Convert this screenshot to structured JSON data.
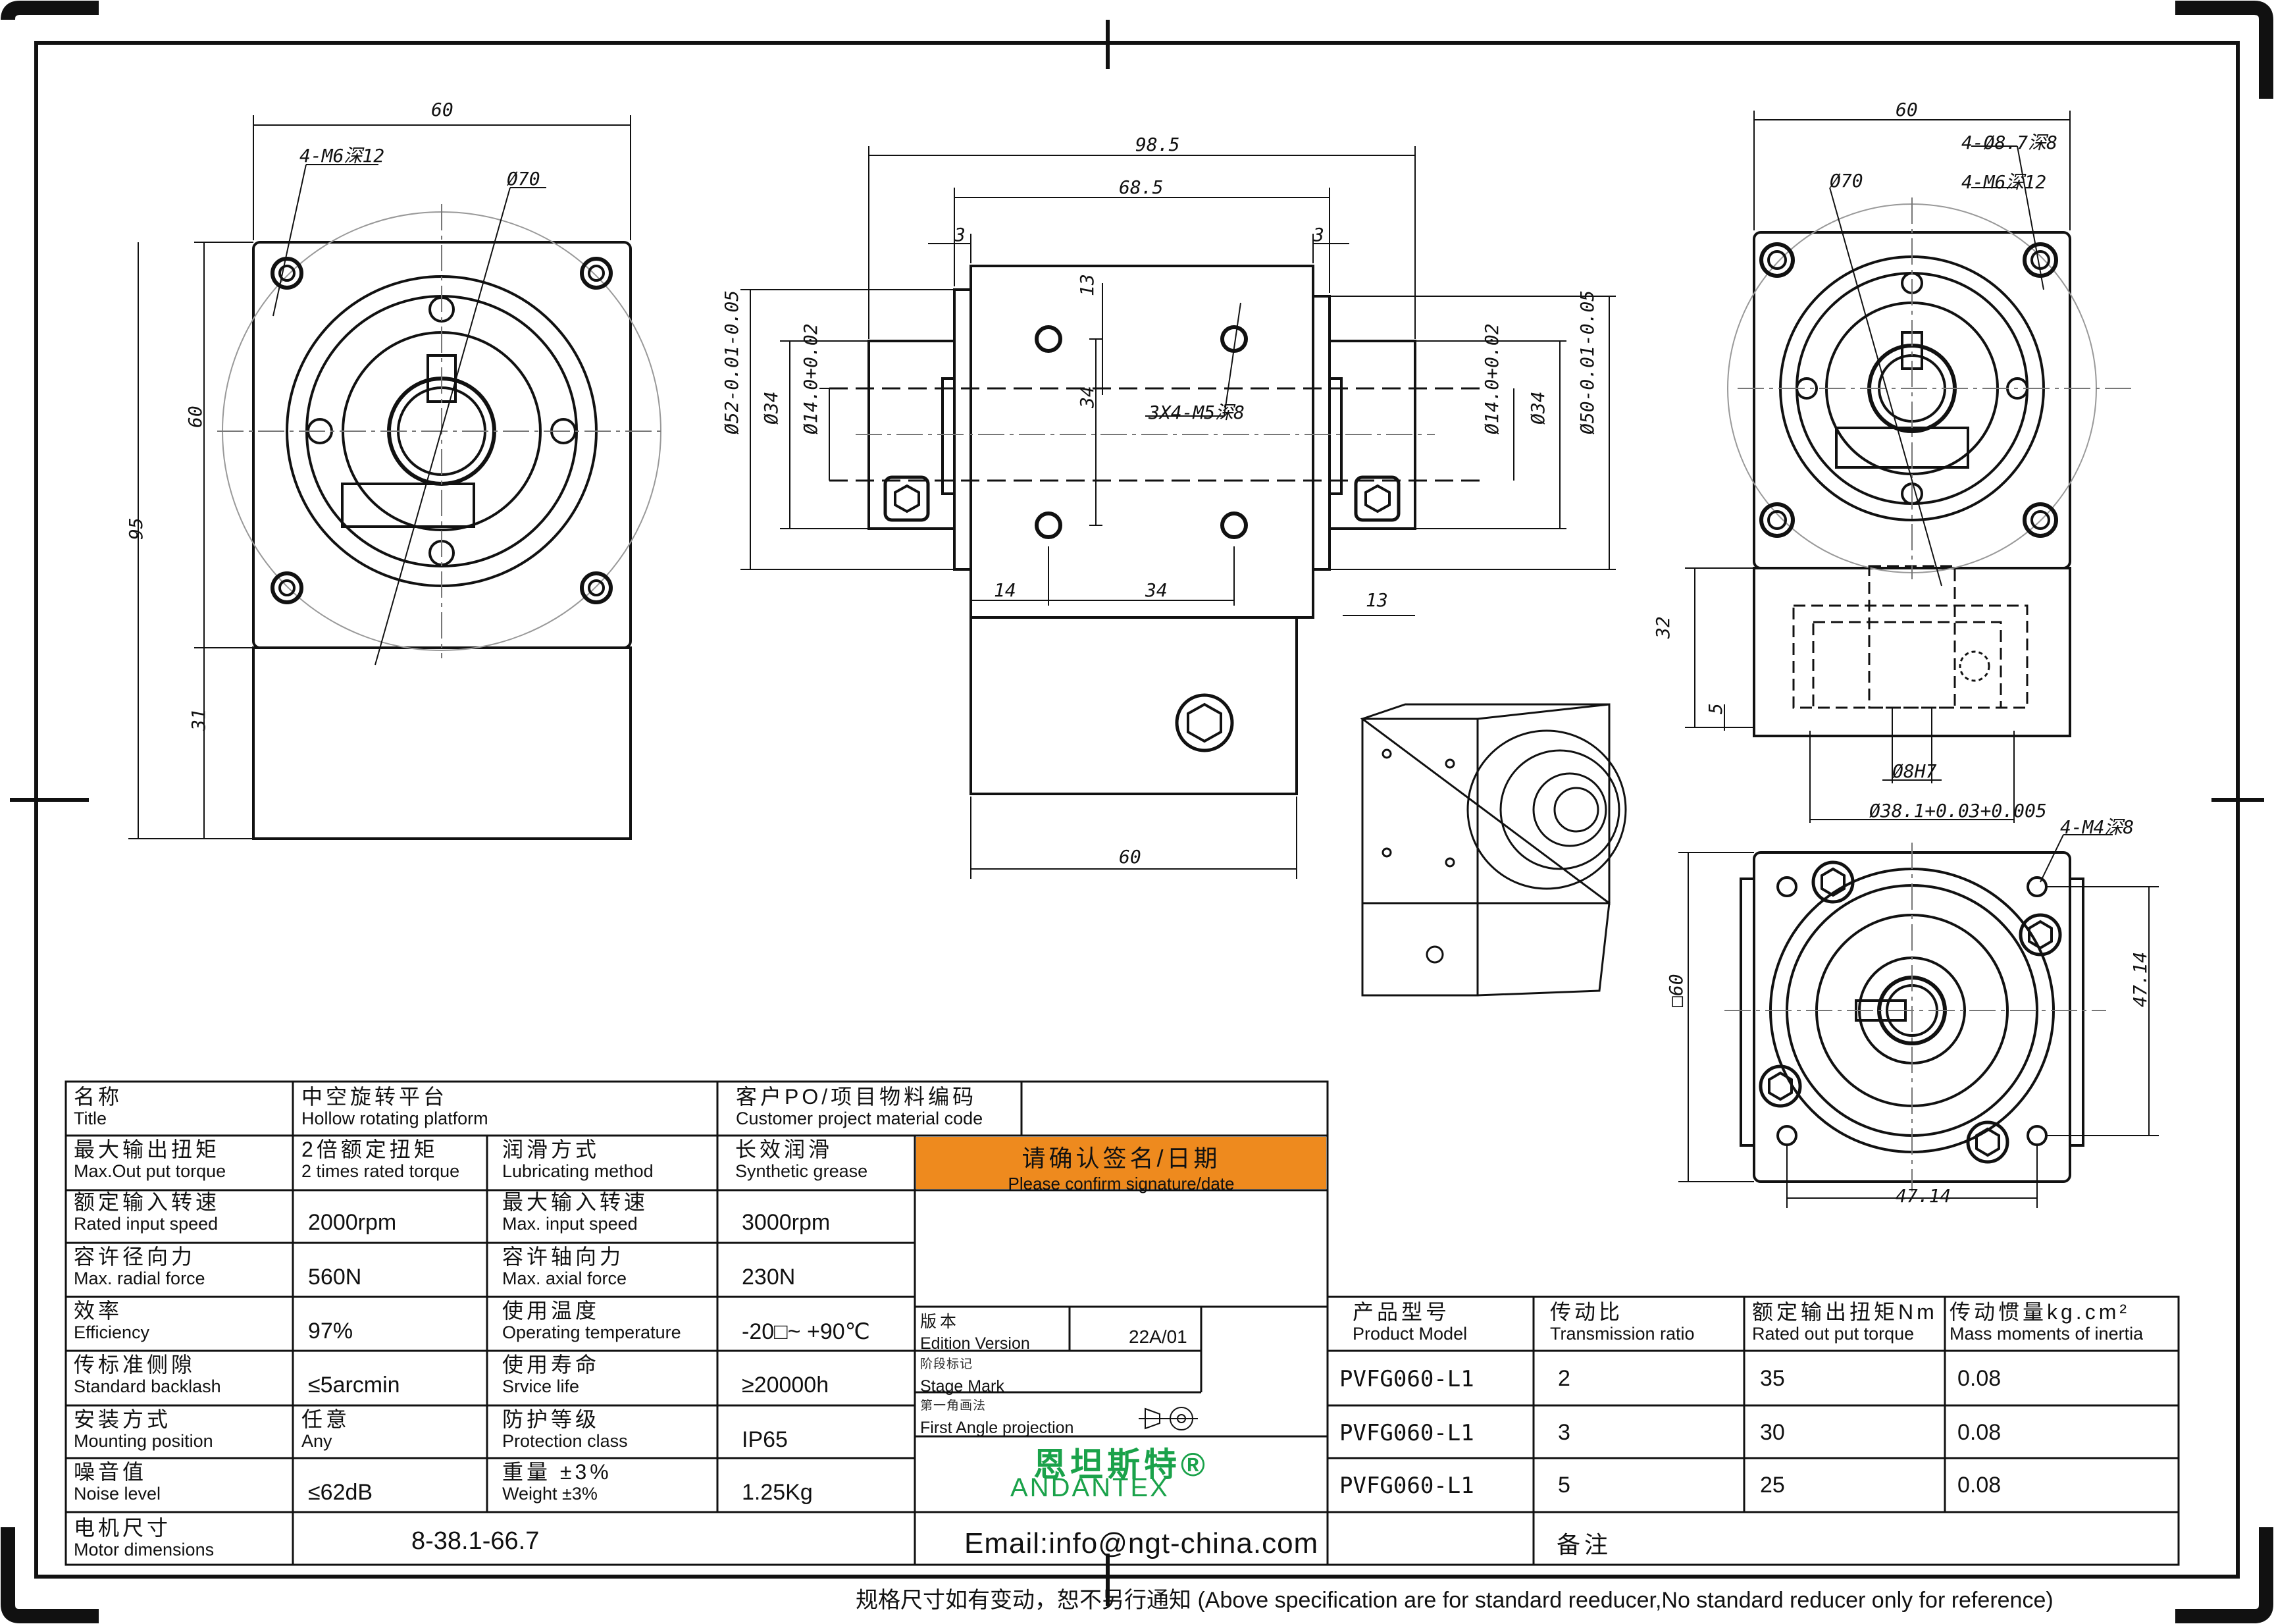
{
  "drawing": {
    "left_view": {
      "dims": [
        "60",
        "4-M6深12",
        "Ø70",
        "60",
        "95",
        "31"
      ]
    },
    "front_view": {
      "dims": [
        "98.5",
        "68.5",
        "3",
        "3",
        "13",
        "34",
        "3X4-M5深8",
        "Ø52-0.01-0.05",
        "Ø34",
        "Ø14.0+0.02",
        "Ø14.0+0.02",
        "Ø34",
        "Ø50-0.01-0.05",
        "14",
        "34",
        "13",
        "60"
      ]
    },
    "right_view": {
      "dims": [
        "60",
        "4-Ø8.7深8",
        "4-M6深12",
        "Ø70",
        "32",
        "5",
        "Ø8H7",
        "Ø38.1+0.03+0.005"
      ]
    },
    "bottom_view": {
      "dims": [
        "4-M4深8",
        "□60",
        "47.14",
        "47.14"
      ]
    }
  },
  "title_block": {
    "name": {
      "zh": "名称",
      "en": "Title",
      "value": "中空旋转平台",
      "value_en": "Hollow rotating platform"
    },
    "customer_po": {
      "zh": "客户PO/项目物料编码",
      "en": "Customer project material code"
    },
    "rows": [
      {
        "l_zh": "最大输出扭矩",
        "l_en": "Max.Out put torque",
        "l_val_zh": "2倍额定扭矩",
        "l_val_en": "2 times rated torque",
        "r_zh": "润滑方式",
        "r_en": "Lubricating method",
        "r_val_zh": "长效润滑",
        "r_val_en": "Synthetic grease"
      },
      {
        "l_zh": "额定输入转速",
        "l_en": "Rated input speed",
        "l_val": "2000rpm",
        "r_zh": "最大输入转速",
        "r_en": "Max. input speed",
        "r_val": "3000rpm"
      },
      {
        "l_zh": "容许径向力",
        "l_en": "Max. radial force",
        "l_val": "560N",
        "r_zh": "容许轴向力",
        "r_en": "Max. axial force",
        "r_val": "230N"
      },
      {
        "l_zh": "效率",
        "l_en": "Efficiency",
        "l_val": "97%",
        "r_zh": "使用温度",
        "r_en": "Operating temperature",
        "r_val": "-20□~ +90℃"
      },
      {
        "l_zh": "传标准侧隙",
        "l_en": "Standard backlash",
        "l_val": "≤5arcmin",
        "r_zh": "使用寿命",
        "r_en": "Srvice life",
        "r_val": "≥20000h"
      },
      {
        "l_zh": "安装方式",
        "l_en": "Mounting position",
        "l_val_zh": "任意",
        "l_val_en": "Any",
        "r_zh": "防护等级",
        "r_en": "Protection class",
        "r_val": "IP65"
      },
      {
        "l_zh": "噪音值",
        "l_en": "Noise level",
        "l_val": "≤62dB",
        "r_zh": "重量 ±3%",
        "r_en": "Weight ±3%",
        "r_val": "1.25Kg"
      }
    ],
    "motor": {
      "zh": "电机尺寸",
      "en": "Motor dimensions",
      "value": "8-38.1-66.7"
    },
    "confirm": {
      "zh": "请确认签名/日期",
      "en": "Please confirm signature/date",
      "color": "#ee8a1e"
    },
    "edition": {
      "zh": "版本",
      "en": "Edition Version",
      "value": "22A/01"
    },
    "stage": {
      "zh": "阶段标记",
      "en": "Stage Mark"
    },
    "projection": {
      "zh": "第一角画法",
      "en": "First Angle projection"
    },
    "logo": {
      "zh": "恩坦斯特®",
      "en": "ANDANTEX",
      "color": "#1aa24a"
    },
    "email": "Email:info@ngt-china.com",
    "remark": "备注"
  },
  "model_table": {
    "headers": [
      {
        "zh": "产品型号",
        "en": "Product Model"
      },
      {
        "zh": "传动比",
        "en": "Transmission ratio"
      },
      {
        "zh": "额定输出扭矩Nm",
        "en": "Rated out put torque"
      },
      {
        "zh": "传动惯量kg.cm²",
        "en": "Mass moments of inertia"
      }
    ],
    "rows": [
      [
        "PVFG060-L1",
        "2",
        "35",
        "0.08"
      ],
      [
        "PVFG060-L1",
        "3",
        "30",
        "0.08"
      ],
      [
        "PVFG060-L1",
        "5",
        "25",
        "0.08"
      ]
    ]
  },
  "footer": "规格尺寸如有变动，恕不另行通知  (Above specification are for standard reeducer,No standard reducer only for reference)"
}
